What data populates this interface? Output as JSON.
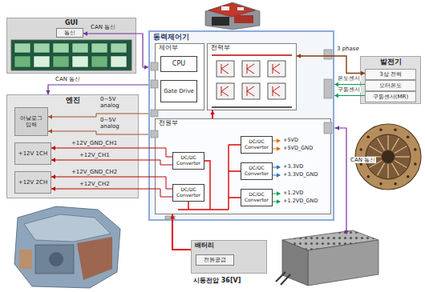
{
  "diagram": {
    "nodes": [
      {
        "text": [
          "GUI"
        ]
      },
      {
        "text": [
          "통신"
        ],
        "in": 0
      },
      {
        "text": [
          "엔진"
        ]
      },
      {
        "text": [
          "아날로그 입력"
        ],
        "in": 2
      },
      {
        "text": [
          "+12V 1CH"
        ],
        "in": 2
      },
      {
        "text": [
          "+12V 2CH"
        ],
        "in": 2
      },
      {
        "text": [
          "동력제어기"
        ]
      },
      {
        "text": [
          "제어부"
        ],
        "in": 6
      },
      {
        "text": [
          "CPU"
        ],
        "in": 7
      },
      {
        "text": [
          "Gate Drive"
        ],
        "in": 7
      },
      {
        "text": [
          "전력부"
        ],
        "in": 6
      },
      {
        "text": [
          "전원부"
        ],
        "in": 6
      },
      {
        "text": [
          "DC/DC Convertor"
        ],
        "in": 11
      },
      {
        "text": [
          "DC/DC Convertor"
        ],
        "in": 11
      },
      {
        "text": [
          "DC/DC Convertor"
        ],
        "in": 11
      },
      {
        "text": [
          "DC/DC Convertor"
        ],
        "in": 11
      },
      {
        "text": [
          "DC/DC Convertor"
        ],
        "in": 11
      },
      {
        "text": [
          "발전기"
        ]
      },
      {
        "text": [
          "3상 전력"
        ],
        "in": 17
      },
      {
        "text": [
          "모터온도"
        ],
        "in": 17
      },
      {
        "text": [
          "구동센서(MR)"
        ],
        "in": 17
      },
      {
        "text": [
          "배터리"
        ]
      },
      {
        "text": [
          "전원공급"
        ],
        "in": 21
      }
    ],
    "edges": [
      {
        "from": 1,
        "to": 6,
        "label": "CAN 통신",
        "arrow": "both"
      },
      {
        "from": 6,
        "to": 2,
        "label": "CAN 통신",
        "arrow": "to"
      },
      {
        "from": 6,
        "to": 3,
        "label": "0~5V analog",
        "arrow": "to"
      },
      {
        "from": 6,
        "to": 3,
        "label": "0~5V analog",
        "arrow": "to"
      },
      {
        "from": 12,
        "to": 4,
        "label": "+12V_GND_CH1",
        "arrow": "to"
      },
      {
        "from": 12,
        "to": 4,
        "label": "+12V_CH1",
        "arrow": "to"
      },
      {
        "from": 13,
        "to": 5,
        "label": "+12V_GND_CH2",
        "arrow": "to"
      },
      {
        "from": 13,
        "to": 5,
        "label": "+12V_CH2",
        "arrow": "to"
      },
      {
        "from": 21,
        "to": 11,
        "arrow": "to"
      },
      {
        "from": 11,
        "to": 10,
        "arrow": "to"
      },
      {
        "from": 10,
        "to": 18,
        "label": "3 phase",
        "arrow": "both"
      },
      {
        "from": 19,
        "to": 6,
        "label": "온도센서",
        "arrow": "to"
      },
      {
        "from": 20,
        "to": 6,
        "label": "구동센서",
        "arrow": "to"
      }
    ],
    "labels": [
      "+5VD",
      "+5VD_GND",
      "+3.3VD",
      "+3.3VD_GND",
      "+1.2VD",
      "+1.2VD_GND",
      "CAN 통신",
      "시동전압 36[V]"
    ]
  }
}
